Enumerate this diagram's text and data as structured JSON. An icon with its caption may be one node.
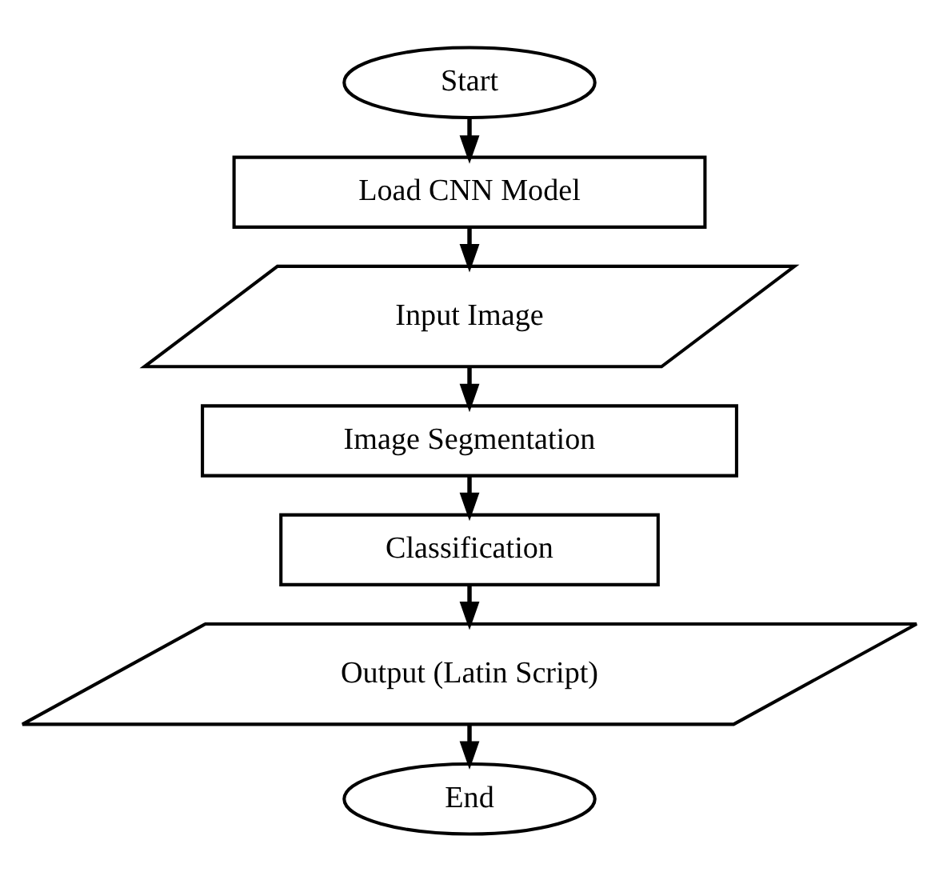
{
  "diagram": {
    "nodes": [
      {
        "text": [
          "Start"
        ]
      },
      {
        "text": [
          "Load CNN Model"
        ]
      },
      {
        "text": [
          "Input Image"
        ]
      },
      {
        "text": [
          "Image Segmentation"
        ]
      },
      {
        "text": [
          "Classification"
        ]
      },
      {
        "text": [
          "Output (Latin Script)"
        ]
      },
      {
        "text": [
          "End"
        ]
      }
    ],
    "edges": [
      {
        "from": 0,
        "to": 1,
        "arrow": "to"
      },
      {
        "from": 1,
        "to": 2,
        "arrow": "to"
      },
      {
        "from": 2,
        "to": 3,
        "arrow": "to"
      },
      {
        "from": 3,
        "to": 4,
        "arrow": "to"
      },
      {
        "from": 4,
        "to": 5,
        "arrow": "to"
      },
      {
        "from": 5,
        "to": 6,
        "arrow": "to"
      }
    ]
  }
}
